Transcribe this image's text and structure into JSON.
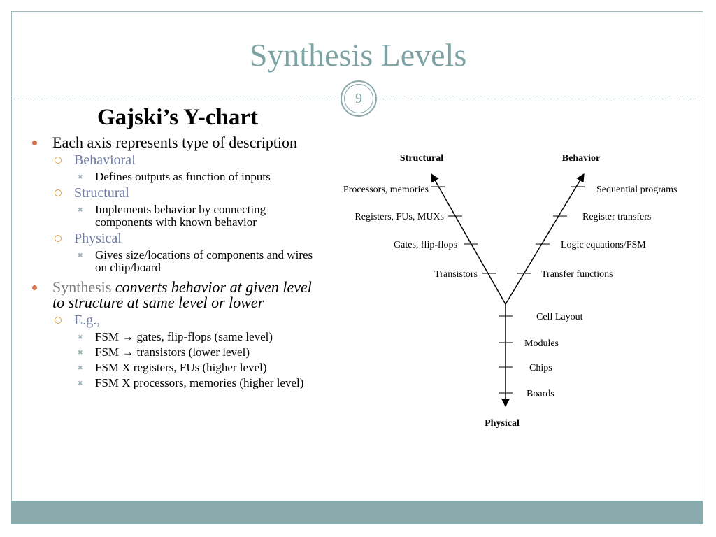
{
  "slide": {
    "title": "Synthesis Levels",
    "page_number": "9"
  },
  "content": {
    "heading": "Gajski’s Y-chart",
    "bullet1": "Each axis represents type of description",
    "behavioral": "Behavioral",
    "behavioral_desc": "Defines outputs as function of inputs",
    "structural": "Structural",
    "structural_desc": "Implements behavior by connecting components with known behavior",
    "physical": "Physical",
    "physical_desc": "Gives size/locations of components and wires on chip/board",
    "synthesis_word": "Synthesis",
    "synthesis_rest": "converts behavior at given level to structure at same level or lower",
    "eg": "E.g.,",
    "examples": [
      "FSM → gates, flip-flops (same level)",
      "FSM → transistors (lower level)",
      "FSM X registers, FUs (higher level)",
      "FSM X processors, memories (higher level)"
    ]
  },
  "ychart": {
    "structural_axis": "Structural",
    "behavior_axis": "Behavior",
    "physical_axis": "Physical",
    "structural_levels": [
      "Processors, memories",
      "Registers, FUs, MUXs",
      "Gates, flip-flops",
      "Transistors"
    ],
    "behavior_levels": [
      "Sequential programs",
      "Register transfers",
      "Logic equations/FSM",
      "Transfer functions"
    ],
    "physical_levels": [
      "Cell Layout",
      "Modules",
      "Chips",
      "Boards"
    ]
  }
}
